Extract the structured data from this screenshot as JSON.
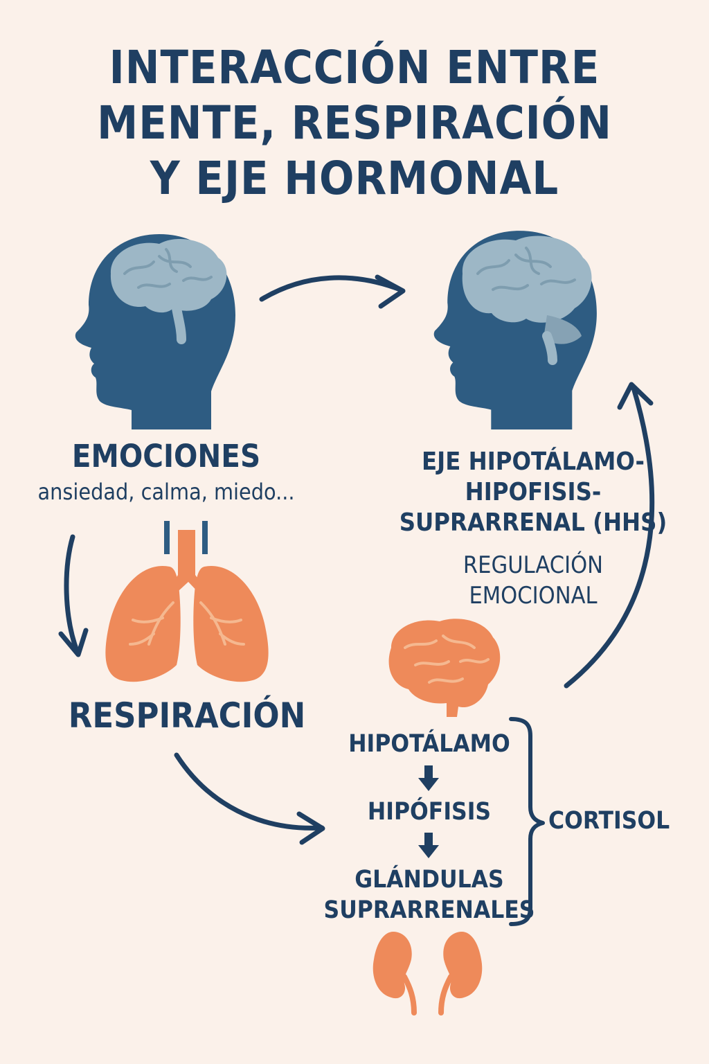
{
  "title_lines": [
    "INTERACCIÓN ENTRE",
    "MENTE, RESPIRACIÓN",
    "Y EJE HORMONAL"
  ],
  "emociones": {
    "heading": "EMOCIONES",
    "subtitle": "ansiedad, calma, miedo..."
  },
  "respiracion": {
    "heading": "RESPIRACIÓN"
  },
  "eje": {
    "lines": [
      "EJE HIPOTÁLAMO-",
      "HIPOFISIS-",
      "SUPRARRENAL (HHS)"
    ],
    "regulacion_lines": [
      "REGULACIÓN",
      "EMOCIONAL"
    ]
  },
  "cascade": {
    "step1": "HIPOTÁLAMO",
    "step2": "HIPÓFISIS",
    "step3_lines": [
      "GLÁNDULAS",
      "SUPRARRENALES"
    ],
    "hormone": "CORTISOL"
  },
  "colors": {
    "background": "#FBF1EA",
    "navy": "#1F3F62",
    "head_blue": "#2E5C82",
    "brain_blue": "#9DB7C6",
    "organ_orange": "#EE8A5A",
    "organ_vein": "#F5B890"
  },
  "icons": [
    "head-brain-icon",
    "lungs-icon",
    "brain-icon",
    "kidneys-icon",
    "arrow-icon",
    "brace-icon"
  ]
}
